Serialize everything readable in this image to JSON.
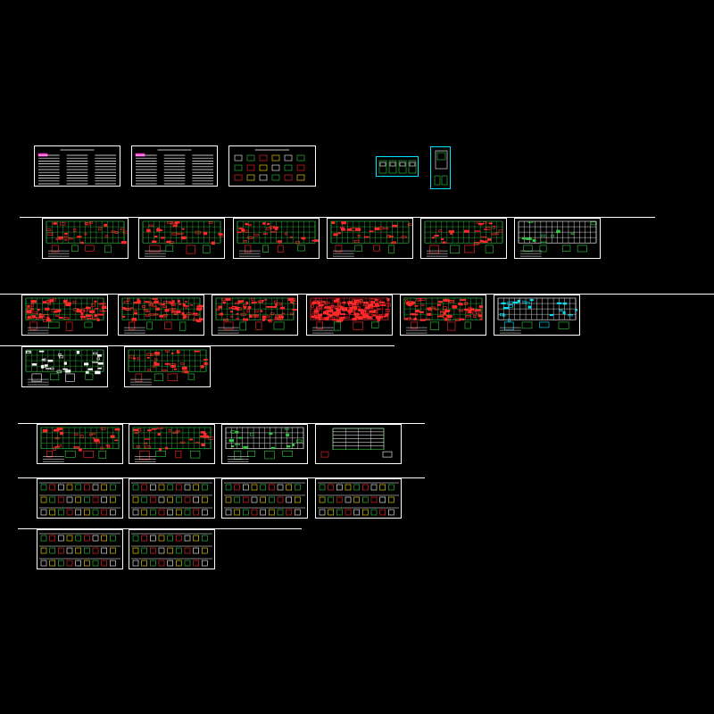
{
  "viewport": {
    "background": "#000000"
  },
  "colors": {
    "sheet_border": "#ffffff",
    "linework_green": "#2ecc40",
    "linework_red": "#ff2a2a",
    "linework_cyan": "#00e5ff",
    "linework_white": "#ffffff",
    "linework_yellow": "#ffe100",
    "linework_magenta": "#ff33cc"
  },
  "sheets": {
    "row1": [
      {
        "kind": "text-list"
      },
      {
        "kind": "text-list"
      },
      {
        "kind": "details"
      }
    ],
    "row1_right": [
      {
        "kind": "cyan-small-4"
      },
      {
        "kind": "cyan-tall"
      }
    ],
    "row2": [
      {
        "kind": "plan-green"
      },
      {
        "kind": "plan-green"
      },
      {
        "kind": "plan-green"
      },
      {
        "kind": "plan-green"
      },
      {
        "kind": "plan-green"
      },
      {
        "kind": "plan-white"
      }
    ],
    "row3": [
      {
        "kind": "plan-red"
      },
      {
        "kind": "plan-red"
      },
      {
        "kind": "plan-red-light"
      },
      {
        "kind": "plan-red-heavy"
      },
      {
        "kind": "plan-red"
      },
      {
        "kind": "plan-cyan"
      }
    ],
    "row4": [
      {
        "kind": "plan-green"
      },
      {
        "kind": "plan-green"
      }
    ],
    "row5": [
      {
        "kind": "plan-green"
      },
      {
        "kind": "plan-green"
      },
      {
        "kind": "plan-white"
      },
      {
        "kind": "section"
      }
    ],
    "row6": [
      {
        "kind": "details-grid"
      },
      {
        "kind": "details-grid"
      },
      {
        "kind": "details-grid"
      },
      {
        "kind": "details-grid"
      }
    ],
    "row7": [
      {
        "kind": "details-grid"
      },
      {
        "kind": "details-grid"
      }
    ]
  }
}
